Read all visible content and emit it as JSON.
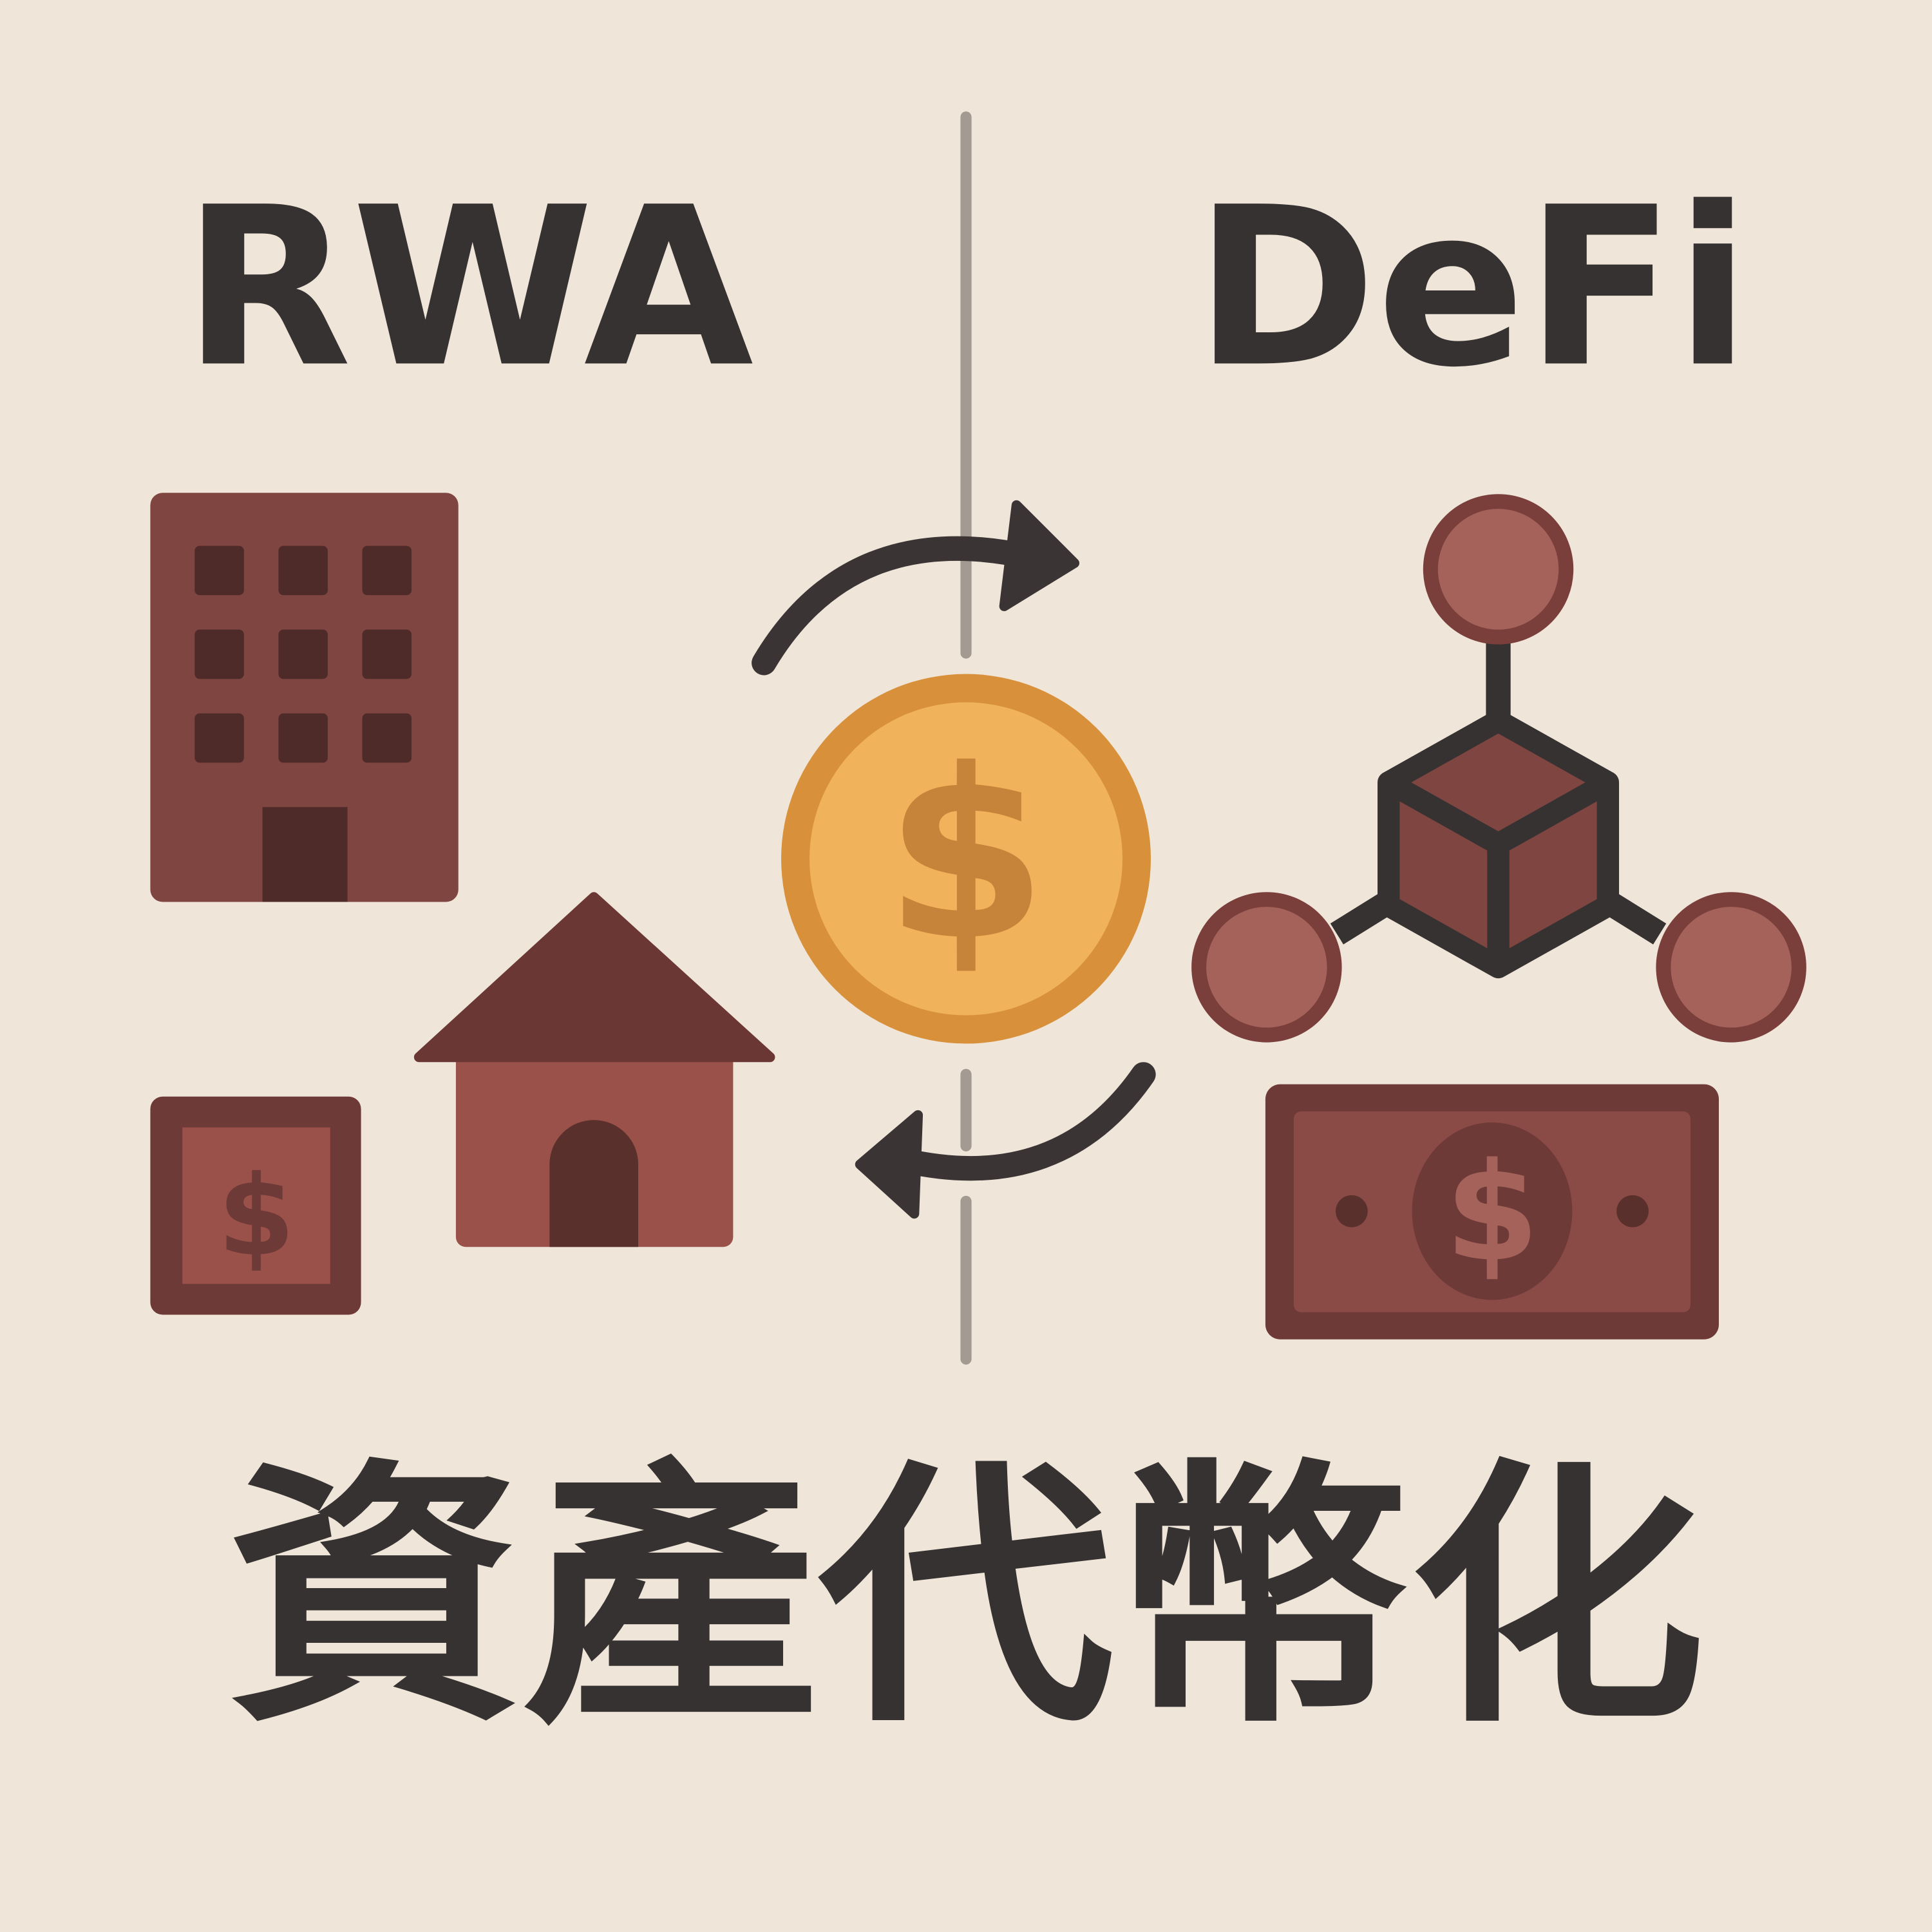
{
  "left_label": "RWA",
  "right_label": "DeFi",
  "bottom_title": "資產代幣化",
  "coin_symbol": "$",
  "note_symbol": "$",
  "icons": [
    "office-building-icon",
    "house-icon",
    "banknote-icon",
    "coin-icon",
    "exchange-arrows-icon",
    "blockchain-network-icon"
  ],
  "colors": {
    "background": "#efe5d9",
    "text": "#363231",
    "brick": "#7f4541",
    "brick_dark": "#4e2b29",
    "house": "#9a5149",
    "coin_outer": "#d8913a",
    "coin_inner": "#f0b25a",
    "divider": "#a39a92"
  }
}
